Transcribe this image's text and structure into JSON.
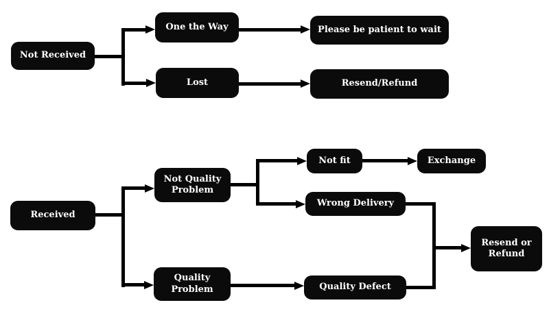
{
  "diagram": {
    "type": "flowchart",
    "background_color": "#ffffff",
    "node_bg_color": "#0b0b0b",
    "node_text_color": "#ffffff",
    "connector_color": "#000000",
    "nodes": {
      "not_received": {
        "label": "Not Received"
      },
      "one_the_way": {
        "label": "One the Way"
      },
      "lost": {
        "label": "Lost"
      },
      "please_wait": {
        "label": "Please be patient to wait"
      },
      "resend_refund": {
        "label": "Resend/Refund"
      },
      "received": {
        "label": "Received"
      },
      "not_quality_problem": {
        "label": "Not Quality Problem"
      },
      "quality_problem": {
        "label": "Quality Problem"
      },
      "not_fit": {
        "label": "Not fit"
      },
      "exchange": {
        "label": "Exchange"
      },
      "wrong_delivery": {
        "label": "Wrong Delivery"
      },
      "quality_defect": {
        "label": "Quality Defect"
      },
      "resend_or_refund": {
        "label": "Resend or Refund"
      }
    },
    "edges": [
      {
        "from": "not_received",
        "to": "one_the_way"
      },
      {
        "from": "not_received",
        "to": "lost"
      },
      {
        "from": "one_the_way",
        "to": "please_wait"
      },
      {
        "from": "lost",
        "to": "resend_refund"
      },
      {
        "from": "received",
        "to": "not_quality_problem"
      },
      {
        "from": "received",
        "to": "quality_problem"
      },
      {
        "from": "not_quality_problem",
        "to": "not_fit"
      },
      {
        "from": "not_quality_problem",
        "to": "wrong_delivery"
      },
      {
        "from": "not_fit",
        "to": "exchange"
      },
      {
        "from": "quality_problem",
        "to": "quality_defect"
      },
      {
        "from": "wrong_delivery",
        "to": "resend_or_refund"
      },
      {
        "from": "quality_defect",
        "to": "resend_or_refund"
      }
    ]
  }
}
